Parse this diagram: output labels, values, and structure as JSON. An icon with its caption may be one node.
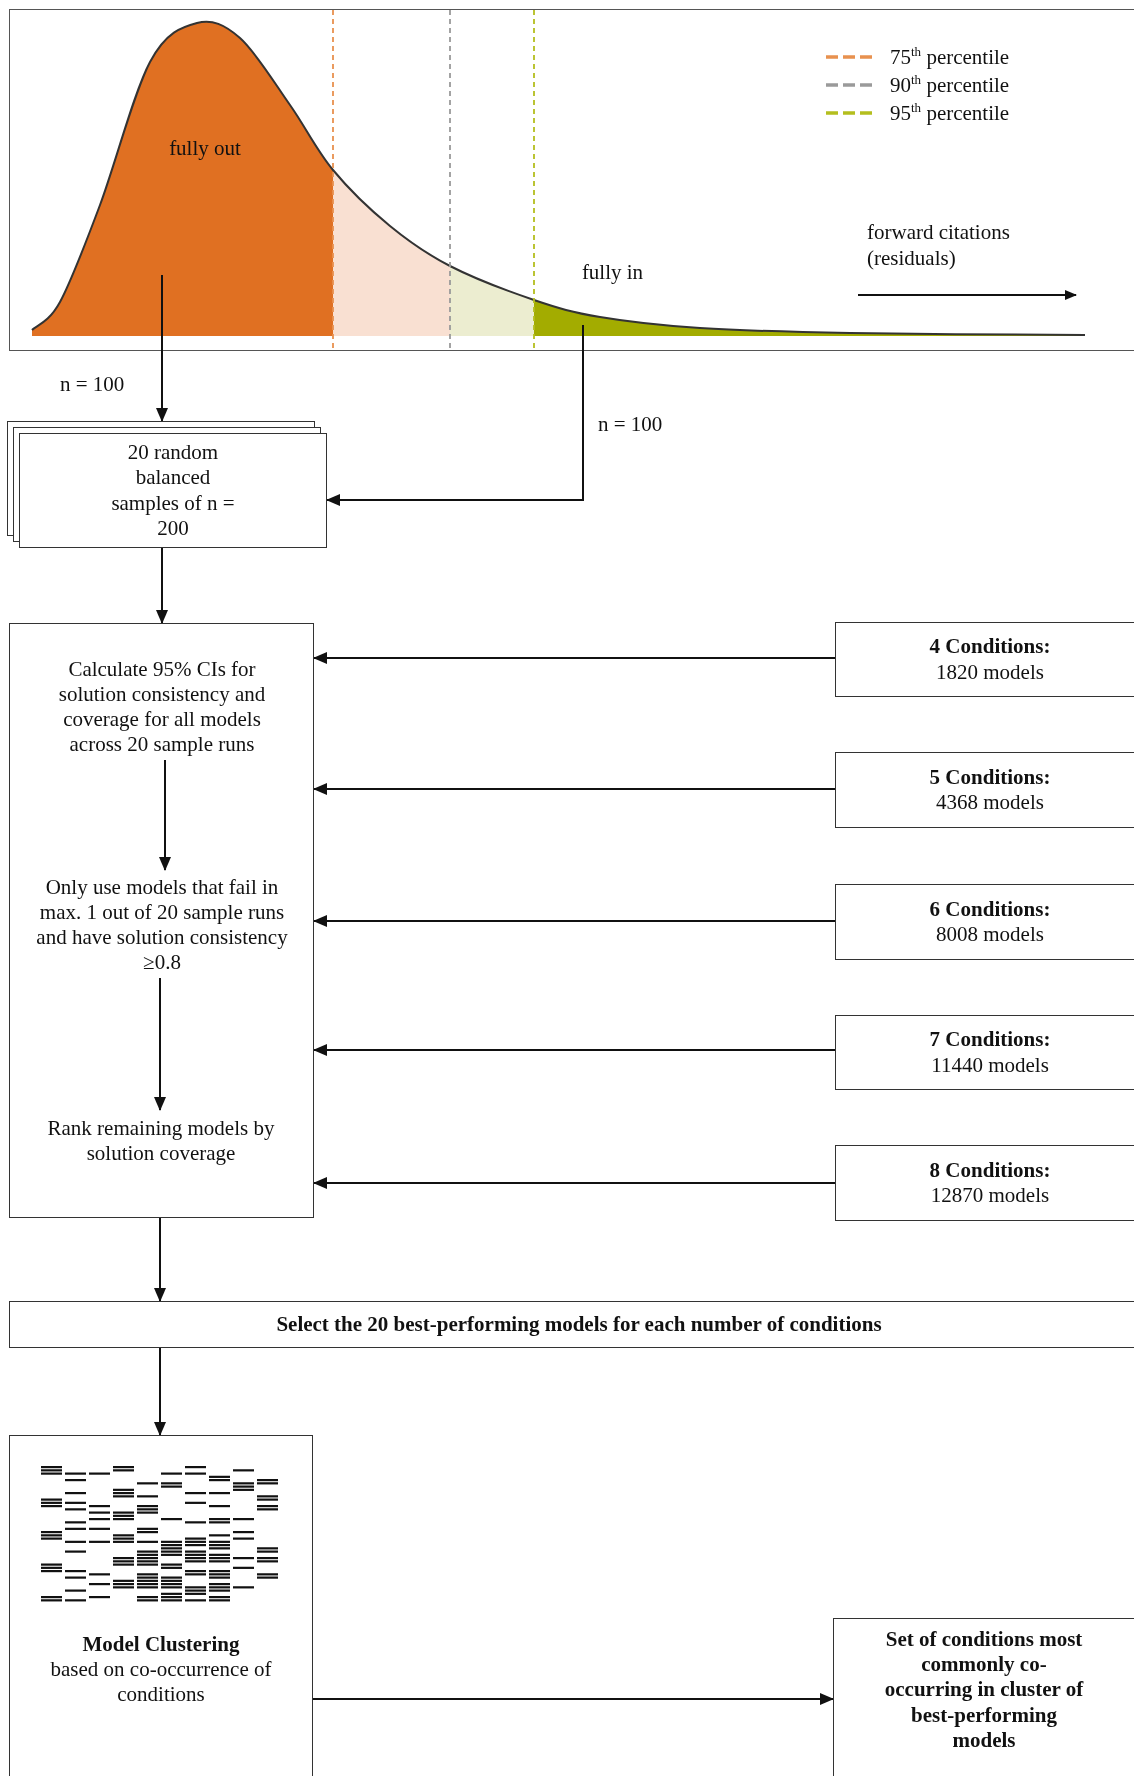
{
  "diagram": {
    "nodes": [
      {
        "text": [
          "fully out"
        ]
      },
      {
        "text": [
          "fully in"
        ]
      },
      {
        "text": [
          "20 random balanced samples of n = 200"
        ]
      },
      {
        "text": [],
        "shape": "box"
      },
      {
        "text": [
          "Calculate 95% CIs for solution consistency and coverage for all models across 20 sample runs"
        ],
        "in": 3
      },
      {
        "text": [
          "Only use models that fail in max. 1 out of 20 sample runs and have solution consistency ≥0.8"
        ],
        "in": 3
      },
      {
        "text": [
          "Rank remaining models by solution coverage"
        ],
        "in": 3
      },
      {
        "text": [
          "4 Conditions:",
          "1820 models"
        ]
      },
      {
        "text": [
          "5 Conditions:",
          "4368 models"
        ]
      },
      {
        "text": [
          "6 Conditions:",
          "8008 models"
        ]
      },
      {
        "text": [
          "7 Conditions:",
          "11440 models"
        ]
      },
      {
        "text": [
          "8 Conditions:",
          "12870 models"
        ]
      },
      {
        "text": [
          "Select the 20 best-performing models for each number of conditions"
        ]
      },
      {
        "text": [
          "Model Clustering",
          "based on co-occurrence of conditions"
        ]
      },
      {
        "text": [
          "Set of conditions most commonly co-occurring in cluster of best-performing models"
        ]
      }
    ],
    "edges": [
      {
        "from": 0,
        "to": 2,
        "arrow": "to",
        "label": "n = 100"
      },
      {
        "from": 1,
        "to": 2,
        "arrow": "to",
        "label": "n = 100"
      },
      {
        "from": 2,
        "to": 3,
        "arrow": "to"
      },
      {
        "from": 4,
        "to": 5,
        "arrow": "to"
      },
      {
        "from": 5,
        "to": 6,
        "arrow": "to"
      },
      {
        "from": 7,
        "to": 3,
        "arrow": "to"
      },
      {
        "from": 8,
        "to": 3,
        "arrow": "to"
      },
      {
        "from": 9,
        "to": 3,
        "arrow": "to"
      },
      {
        "from": 10,
        "to": 3,
        "arrow": "to"
      },
      {
        "from": 11,
        "to": 3,
        "arrow": "to"
      },
      {
        "from": 3,
        "to": 12,
        "arrow": "to"
      },
      {
        "from": 12,
        "to": 13,
        "arrow": "to"
      },
      {
        "from": 13,
        "to": 14,
        "arrow": "to"
      }
    ],
    "labels": [
      "forward citations (residuals)"
    ],
    "legend": [
      {
        "text": "75$^{th}$ percentile"
      },
      {
        "text": "90$^{th}$ percentile"
      },
      {
        "text": "95$^{th}$ percentile"
      }
    ]
  }
}
